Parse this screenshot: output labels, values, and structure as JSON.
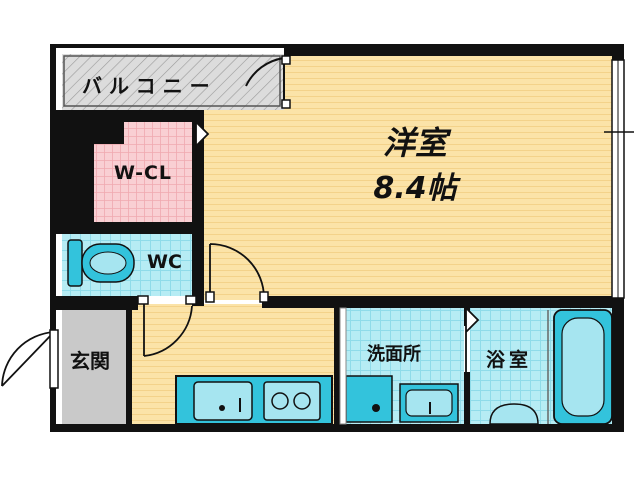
{
  "rooms": {
    "western_room_name": "洋室",
    "western_room_size": "8.4帖",
    "balcony": "バルコニー",
    "walk_in_closet": "W-CL",
    "toilet": "WC",
    "entrance": "玄関",
    "washroom": "洗面所",
    "bathroom": "浴室"
  },
  "colors": {
    "wall": "#111111",
    "floor_wood": "#fbe3a8",
    "floor_wood_line": "#f3d28a",
    "tile_cyan": "#b6ecf4",
    "tile_grid": "#7fd6e6",
    "closet_pink": "#f9cfd3",
    "balcony_gray": "#d8d8d8",
    "entrance_gray": "#c9c9c9",
    "fixture_cyan": "#33c3dc"
  }
}
